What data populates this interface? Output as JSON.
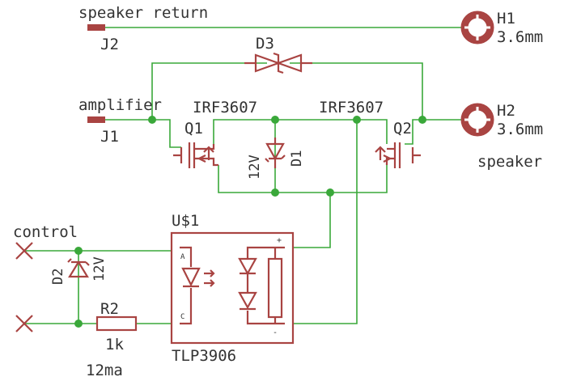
{
  "labels": {
    "speaker_return": "speaker return",
    "j2": "J2",
    "h1": "H1",
    "h1_size": "3.6mm",
    "d3": "D3",
    "amplifier": "amplifier",
    "j1": "J1",
    "irf_left": "IRF3607",
    "irf_right": "IRF3607",
    "q1": "Q1",
    "q2": "Q2",
    "h2": "H2",
    "h2_size": "3.6mm",
    "speaker": "speaker",
    "d1_volt": "12V",
    "d1": "D1",
    "u1": "U$1",
    "control": "control",
    "d2": "D2",
    "d2_volt": "12V",
    "r2": "R2",
    "r2_value": "1k",
    "current": "12ma",
    "ic": "TLP3906",
    "pin_a": "A",
    "pin_c": "C",
    "pin_plus": "+",
    "pin_minus": "-"
  },
  "colors": {
    "wire": "#3aa83a",
    "part": "#a94442",
    "text": "#333333",
    "background": "#ffffff"
  }
}
